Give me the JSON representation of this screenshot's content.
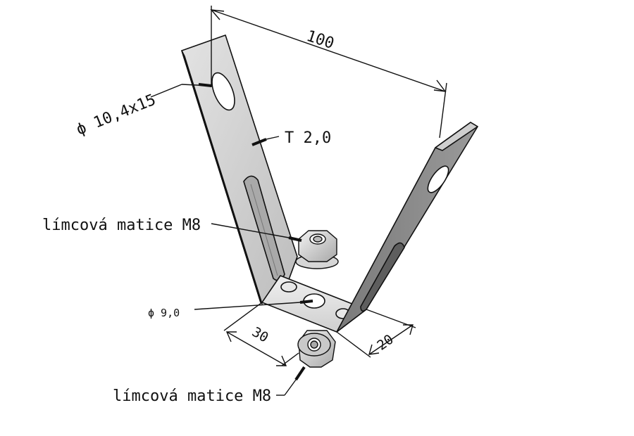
{
  "dimensions": {
    "length": "100",
    "slot": "ϕ 10,4x15",
    "thickness": "T 2,0",
    "hole": "ϕ 9,0",
    "base_length": "30",
    "width": "20"
  },
  "callouts": {
    "nut_upper": "límcová matice M8",
    "nut_lower": "límcová matice M8"
  },
  "colors": {
    "line": "#111111",
    "steel_light": "#d9d9d9",
    "steel_mid": "#b9b9b9",
    "steel_dark": "#6f6f6f",
    "background": "#ffffff"
  }
}
